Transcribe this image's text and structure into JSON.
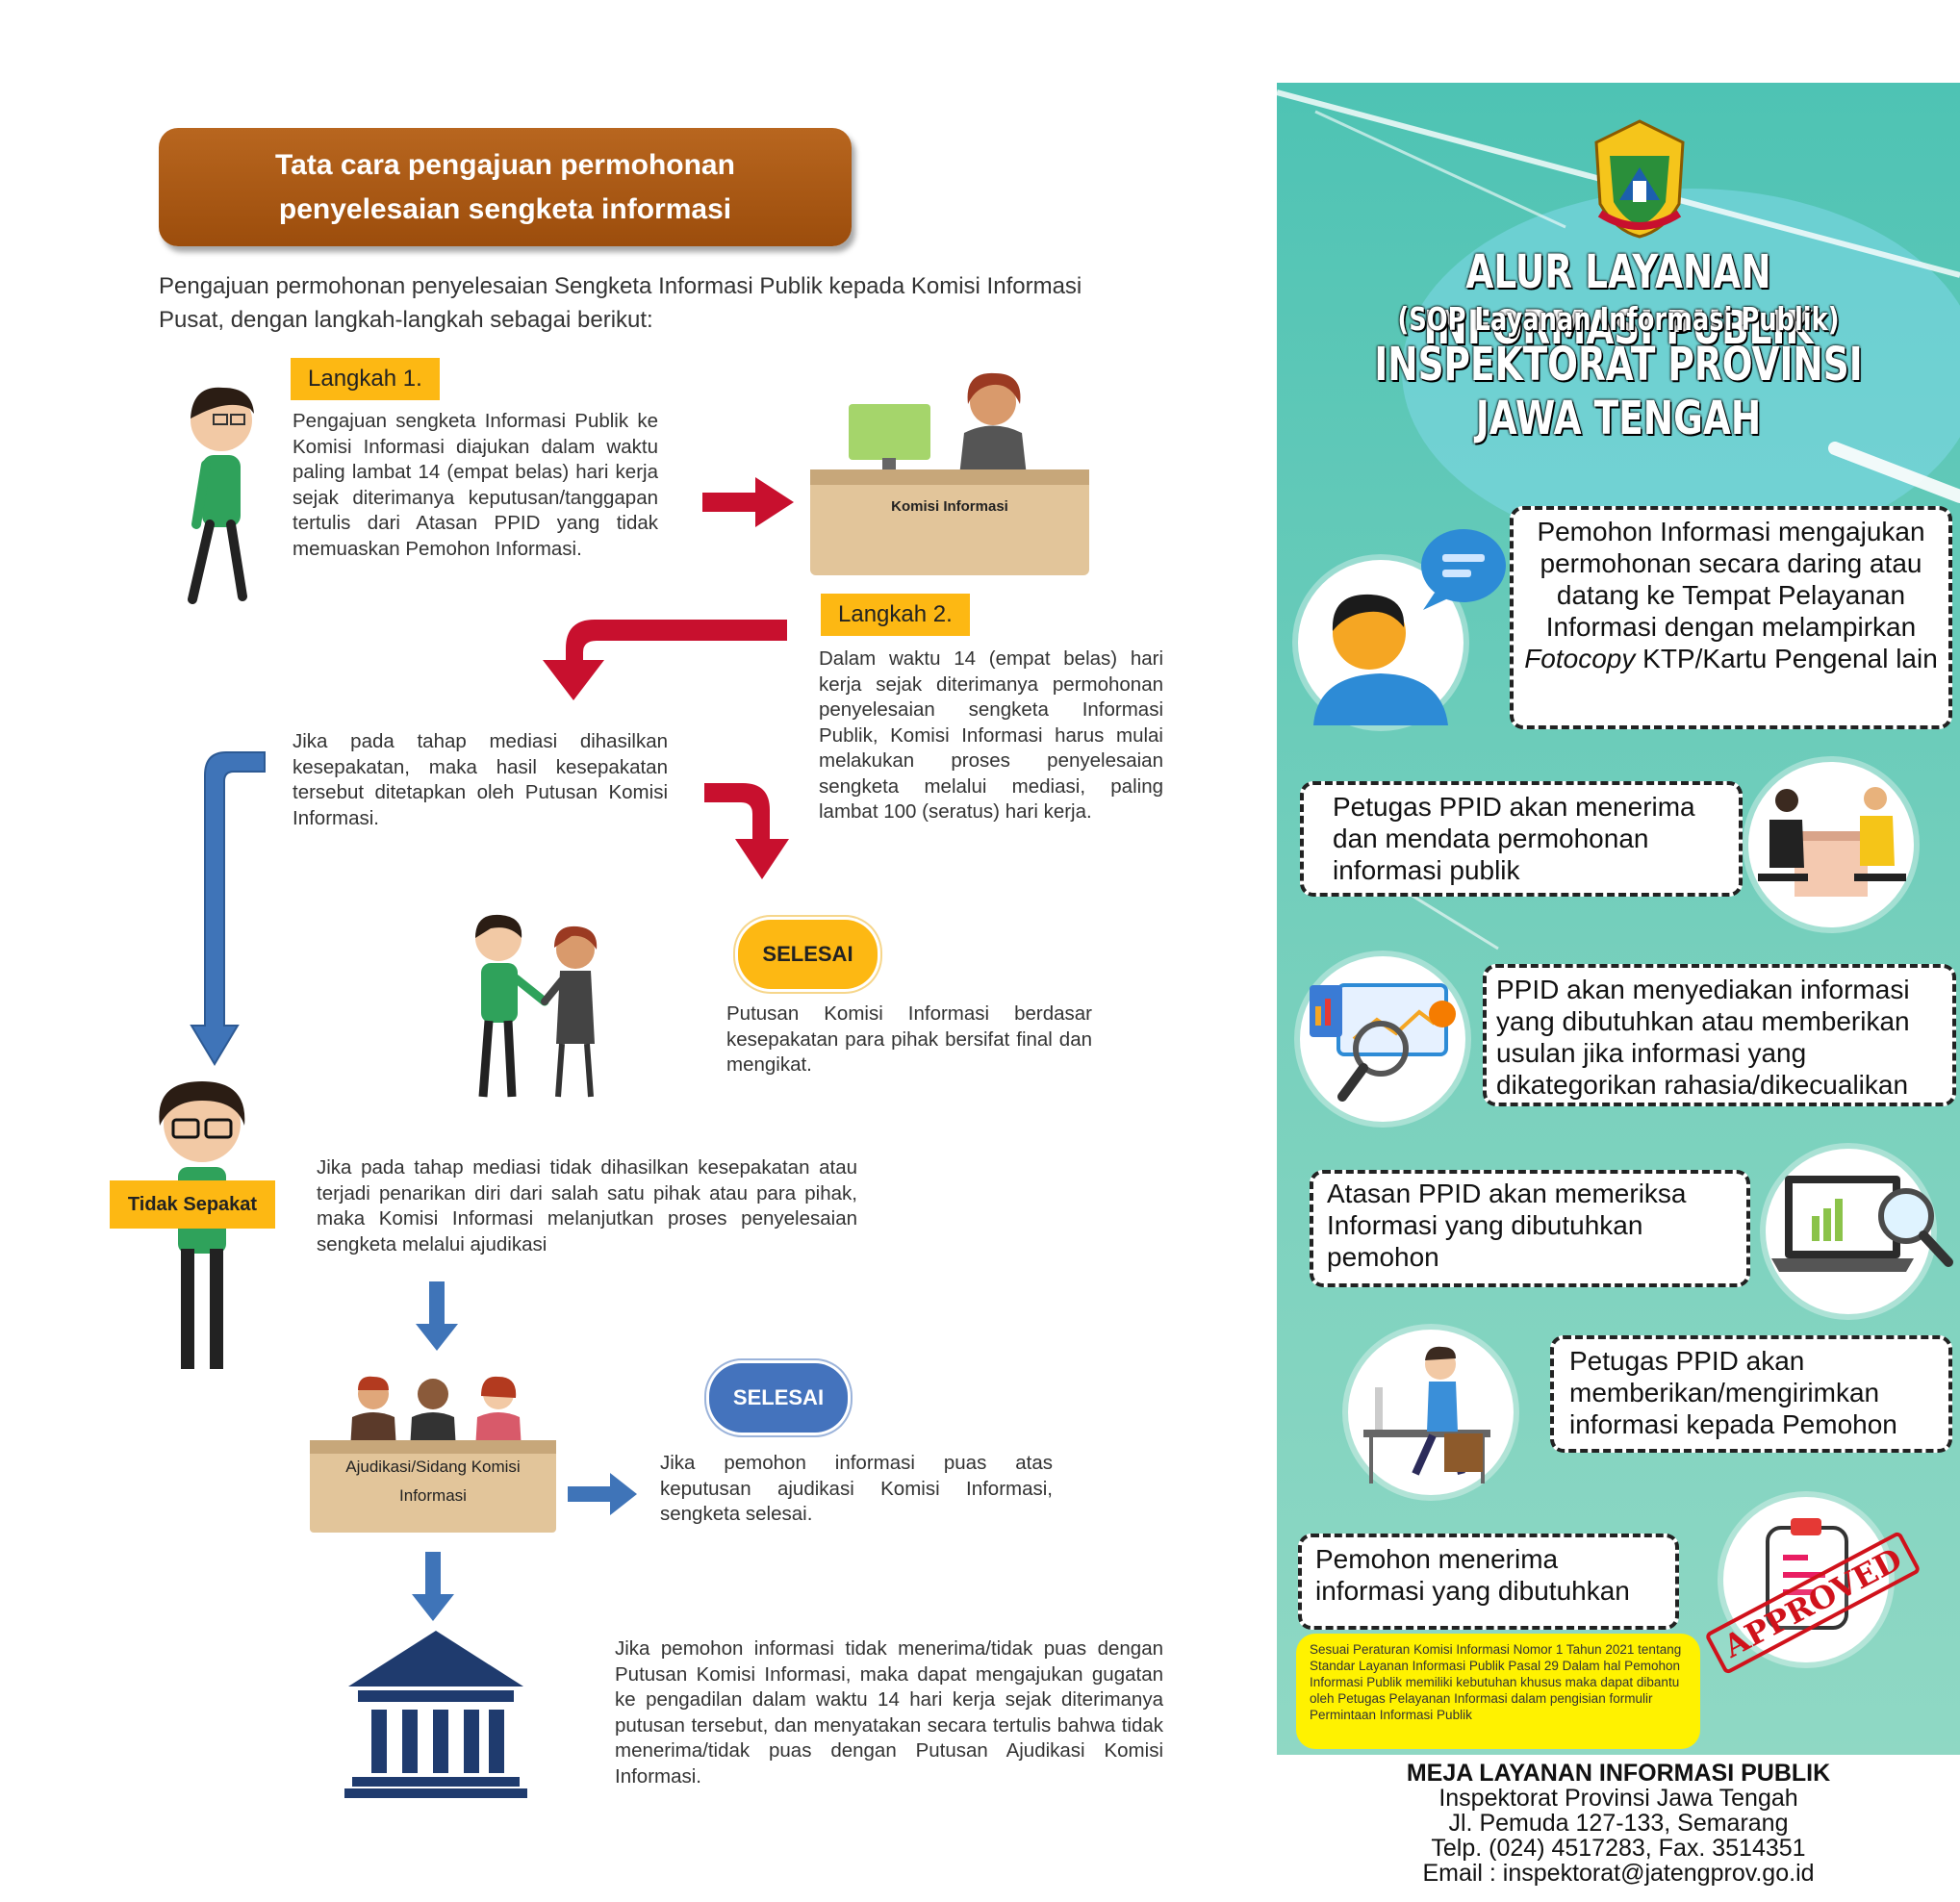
{
  "left": {
    "title": "Tata cara pengajuan permohonan penyelesaian sengketa informasi",
    "intro": "Pengajuan permohonan penyelesaian Sengketa Informasi Publik kepada Komisi Informasi Pusat, dengan langkah-langkah sebagai berikut:",
    "step1_label": "Langkah 1.",
    "step1_text": "Pengajuan sengketa Informasi Publik ke Komisi Informasi diajukan dalam waktu paling lambat 14 (empat belas) hari kerja sejak diterimanya keputusan/tanggapan tertulis dari Atasan PPID yang tidak memuaskan Pemohon Informasi.",
    "desk_label": "Komisi Informasi",
    "step2_label": "Langkah 2.",
    "step2_text": "Dalam waktu 14 (empat belas) hari kerja sejak diterimanya permohonan penyelesaian sengketa Informasi Publik, Komisi Informasi harus mulai melakukan proses penyelesaian sengketa melalui mediasi, paling lambat 100 (seratus) hari kerja.",
    "mediation_agree_text": "Jika pada tahap mediasi dihasilkan kesepakatan, maka hasil kesepakatan tersebut ditetapkan oleh Putusan Komisi Informasi.",
    "selesai_1": "SELESAI",
    "final_text": "Putusan Komisi Informasi berdasar kesepakatan para pihak bersifat final dan mengikat.",
    "disagree_label": "Tidak Sepakat",
    "mediation_fail_text": "Jika pada tahap mediasi tidak dihasilkan kesepakatan atau terjadi penarikan diri dari salah satu pihak atau para pihak, maka Komisi Informasi melanjutkan proses penyelesaian sengketa melalui ajudikasi",
    "adjudication_label": "Ajudikasi/Sidang Komisi Informasi",
    "selesai_2": "SELESAI",
    "satisfied_text": "Jika pemohon informasi puas atas keputusan ajudikasi Komisi Informasi, sengketa selesai.",
    "court_text": "Jika pemohon informasi tidak menerima/tidak puas dengan Putusan Komisi Informasi, maka dapat mengajukan gugatan ke pengadilan dalam waktu 14 hari kerja sejak diterimanya putusan tersebut, dan menyatakan secara tertulis bahwa tidak menerima/tidak puas dengan Putusan Ajudikasi Komisi Informasi."
  },
  "right": {
    "title_line1": "ALUR LAYANAN INFORMASI PUBLIK",
    "title_line2": "(SOP Layanan Informasi Publik)",
    "title_line3": "INSPEKTORAT PROVINSI",
    "title_line4": "JAWA TENGAH",
    "card1_pre": "Pemohon Informasi mengajukan permohonan secara daring atau datang ke Tempat Pelayanan Informasi dengan melampirkan",
    "card1_em": "Fotocopy",
    "card1_post": "KTP/Kartu Pengenal lain",
    "card2": "Petugas PPID akan menerima dan mendata permohonan informasi publik",
    "card3": "PPID akan menyediakan informasi yang dibutuhkan atau memberikan usulan jika informasi yang dikategorikan rahasia/dikecualikan",
    "card4": "Atasan PPID akan memeriksa Informasi yang dibutuhkan pemohon",
    "card5": "Petugas PPID akan memberikan/mengirimkan informasi kepada Pemohon",
    "card6": "Pemohon menerima informasi yang dibutuhkan",
    "note": "Sesuai Peraturan Komisi Informasi Nomor 1 Tahun 2021 tentang Standar Layanan Informasi Publik Pasal 29 Dalam hal Pemohon Informasi Publik memiliki kebutuhan khusus maka dapat dibantu oleh Petugas Pelayanan Informasi dalam pengisian formulir Permintaan Informasi Publik",
    "stamp": "APPROVED"
  },
  "footer": {
    "line1": "MEJA LAYANAN INFORMASI PUBLIK",
    "line2": "Inspektorat Provinsi Jawa Tengah",
    "line3": "Jl. Pemuda 127-133, Semarang",
    "line4": "Telp. (024) 4517283, Fax. 3514351",
    "line5": "Email : inspektorat@jatengprov.go.id"
  },
  "colors": {
    "banner": "#a9561a",
    "label_yellow": "#fdb813",
    "arrow_red": "#c8102e",
    "arrow_blue": "#3f74b8",
    "panel_teal": "#5fc8b6",
    "note_yellow": "#fff200"
  }
}
